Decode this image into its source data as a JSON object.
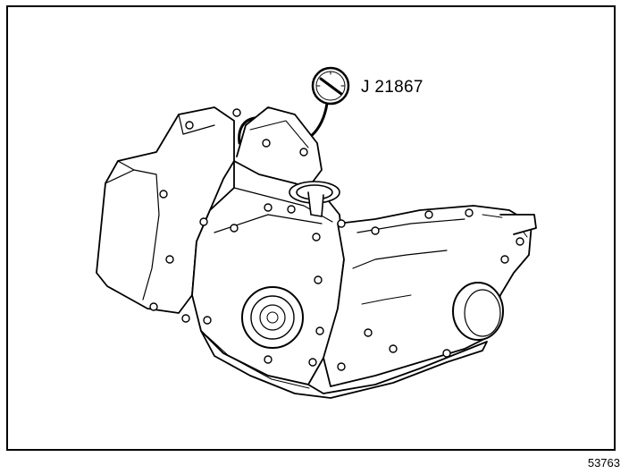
{
  "illustration": {
    "subject": "transmission-assembly-with-pressure-gauge",
    "tool_label": "J 21867",
    "figure_number": "53763"
  },
  "icons": {
    "gauge": "pressure-gauge-icon"
  },
  "colors": {
    "line": "#000000",
    "background": "#ffffff"
  }
}
